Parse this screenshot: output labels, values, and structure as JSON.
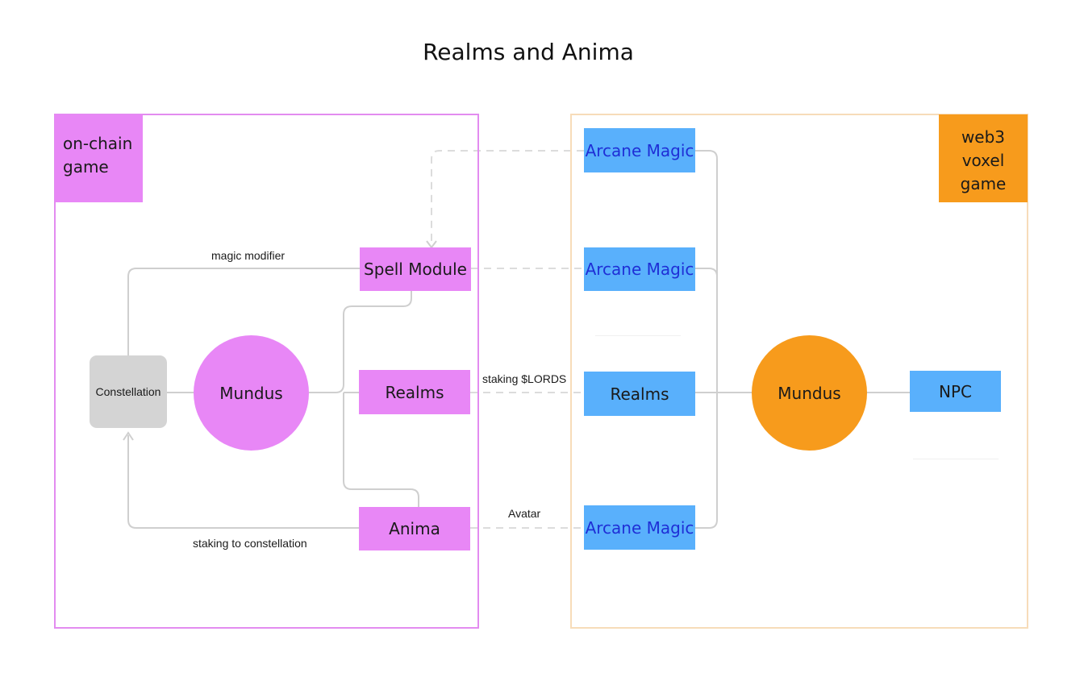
{
  "title": "Realms and Anima",
  "left_group": {
    "tag_lines": [
      "on-chain",
      "game"
    ]
  },
  "right_group": {
    "tag_lines": [
      "web3",
      "voxel",
      "game"
    ]
  },
  "left_nodes": {
    "constellation": "Constellation",
    "mundus": "Mundus",
    "spell_module": "Spell Module",
    "realms": "Realms",
    "anima": "Anima"
  },
  "right_nodes": {
    "arcane_1": "Arcane Magic",
    "arcane_2": "Arcane Magic",
    "realms": "Realms",
    "arcane_3": "Arcane Magic",
    "mundus": "Mundus",
    "npc": "NPC"
  },
  "edge_labels": {
    "magic_modifier": "magic modifier",
    "staking_to_constellation": "staking to constellation",
    "staking_lords": "staking $LORDS",
    "avatar": "Avatar"
  },
  "colors": {
    "left_accent": "#e887f6",
    "right_accent": "#f79b1c",
    "right_node": "#59b0fc",
    "arcane_text": "#1f2fd6",
    "constellation": "#d4d4d4",
    "connector": "#cfcfcf"
  }
}
